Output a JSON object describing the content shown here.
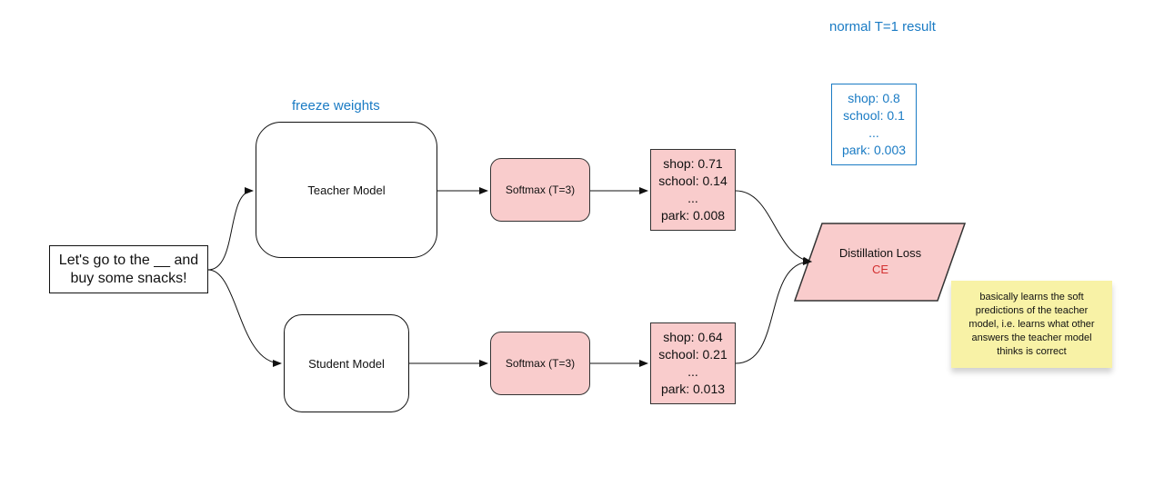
{
  "input_text": [
    "Let's go to the __ and",
    "buy some snacks!"
  ],
  "teacher_model": "Teacher Model",
  "student_model": "Student Model",
  "freeze_label": "freeze weights",
  "softmax_top": "Softmax (T=3)",
  "softmax_bottom": "Softmax (T=3)",
  "teacher_probs": [
    "shop: 0.71",
    "school: 0.14",
    "...",
    "park: 0.008"
  ],
  "student_probs": [
    "shop: 0.64",
    "school: 0.21",
    "...",
    "park: 0.013"
  ],
  "normal_title": "normal T=1 result",
  "normal_probs": [
    "shop: 0.8",
    "school: 0.1",
    "...",
    "park: 0.003"
  ],
  "loss": {
    "title": "Distillation Loss",
    "sub": "CE"
  },
  "note": "basically learns the soft predictions of the teacher model, i.e. learns what other answers the teacher model thinks is correct",
  "colors": {
    "pink": "#f9cccc",
    "blue": "#1a7bc4",
    "red": "#d32f2f",
    "note": "#f8f2a6"
  }
}
